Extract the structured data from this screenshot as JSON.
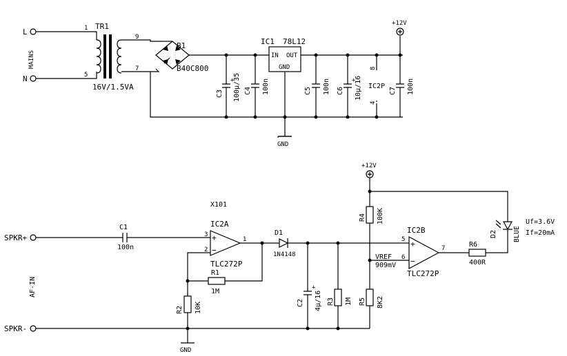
{
  "power": {
    "L": "L",
    "N": "N",
    "mains": "MAINS",
    "tr1": "TR1",
    "tr1_value": "16V/1.5VA",
    "pin1": "1",
    "pin5": "5",
    "pin9": "9",
    "pin7": "7",
    "b1": "B1",
    "b1_value": "B40C800",
    "ic1": "IC1",
    "ic1_value": "78L12",
    "ic1_in": "IN",
    "ic1_out": "OUT",
    "ic1_gnd": "GND",
    "c3": "C3",
    "c3_value": "100µ/35",
    "c4": "C4",
    "c4_value": "100n",
    "c5": "C5",
    "c5_value": "100n",
    "c6": "C6",
    "c6_value": "10µ/16",
    "ic2p": "IC2P",
    "ic2p_pin8": "8",
    "ic2p_pin4": "4",
    "c7": "C7",
    "c7_value": "100n",
    "vcc": "+12V",
    "gnd": "GND"
  },
  "signal": {
    "x101": "X101",
    "spkr_plus": "SPKR+",
    "spkr_minus": "SPKR-",
    "af_in": "AF-IN",
    "c1": "C1",
    "c1_value": "100n",
    "ic2a": "IC2A",
    "ic2a_value": "TLC272P",
    "pin3": "3",
    "pin2": "2",
    "pin1": "1",
    "r1": "R1",
    "r1_value": "1M",
    "r2": "R2",
    "r2_value": "10K",
    "d1": "D1",
    "d1_value": "1N4148",
    "c2": "C2",
    "c2_value": "4µ/16",
    "r3": "R3",
    "r3_value": "1M",
    "vcc": "+12V",
    "r4": "R4",
    "r4_value": "100K",
    "r5": "R5",
    "r5_value": "8K2",
    "vref": "VREF",
    "vref_value": "909mV",
    "ic2b": "IC2B",
    "ic2b_value": "TLC272P",
    "pin5": "5",
    "pin6": "6",
    "pin7": "7",
    "r6": "R6",
    "r6_value": "400R",
    "d2": "D2",
    "d2_value": "BLUE",
    "uf": "Uf=3.6V",
    "if": "If=20mA",
    "gnd": "GND"
  }
}
